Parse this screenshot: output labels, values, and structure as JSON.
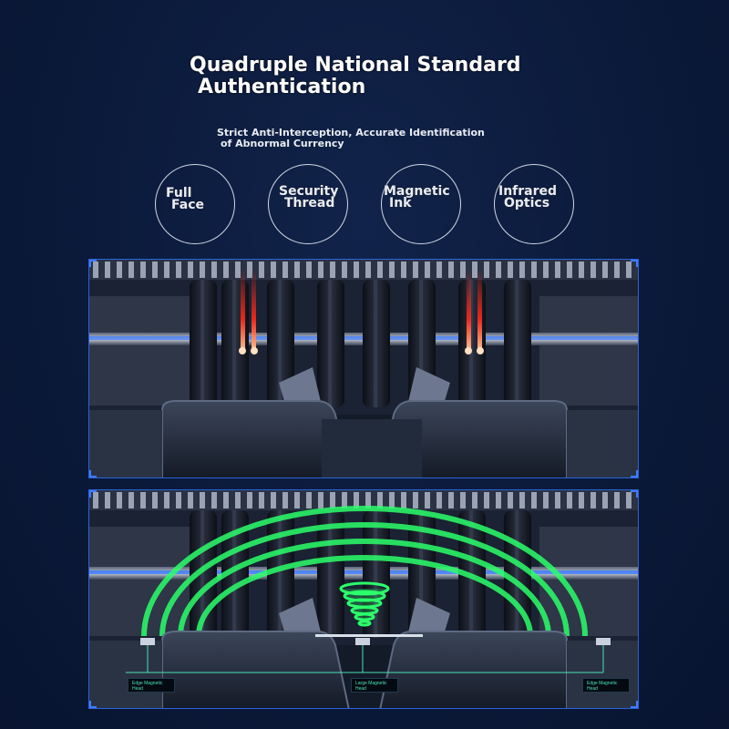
{
  "header": {
    "title_line1": "Quadruple National Standard",
    "title_line2": "Authentication",
    "subtitle_line1": "Strict Anti-Interception, Accurate Identification",
    "subtitle_line2": "of Abnormal Currency"
  },
  "features": [
    {
      "word1": "Full",
      "word2": "Face",
      "icon": "full-face-icon"
    },
    {
      "word1": "Security",
      "word2": "Thread",
      "icon": "security-thread-icon"
    },
    {
      "word1": "Magnetic",
      "word2": "Ink",
      "icon": "magnetic-ink-icon"
    },
    {
      "word1": "Infrared",
      "word2": "Optics",
      "icon": "infrared-optics-icon"
    }
  ],
  "magnetic_heads": {
    "left": "Edge Magnetic Head",
    "center": "Large Magnetic Head",
    "right": "Edge Magnetic Head"
  },
  "colors": {
    "background": "#0b1a3a",
    "frame_blue": "#2b63d9",
    "laser_red": "#ff2a1a",
    "magnetic_green": "#2bff6a",
    "label_teal": "#49e2b5"
  }
}
